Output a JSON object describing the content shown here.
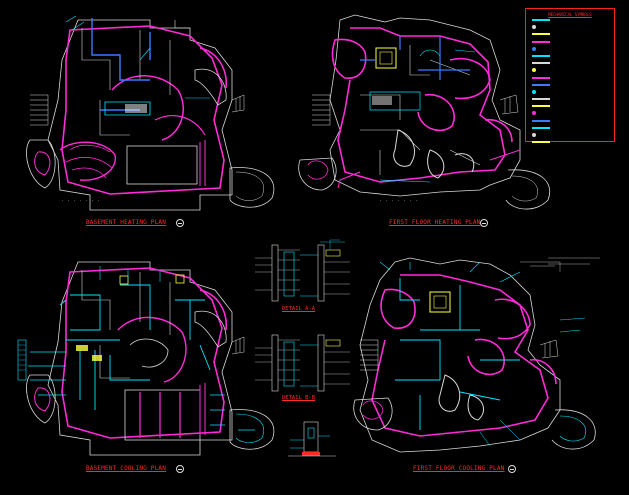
{
  "sheet": {
    "background": "#000000",
    "colors": {
      "walls": "#ff2bd6",
      "duct": "#00e5ff",
      "structure": "#d8d8d8",
      "equipment": "#ffff40",
      "title": "#ff2a2a",
      "accent": "#3a7bff"
    }
  },
  "plans": [
    {
      "id": "basement-heating",
      "title": "BASEMENT HEATING PLAN"
    },
    {
      "id": "first-floor-heating",
      "title": "FIRST FLOOR HEATING PLAN"
    },
    {
      "id": "basement-cooling",
      "title": "BASEMENT COOLING PLAN"
    },
    {
      "id": "first-floor-cooling",
      "title": "FIRST FLOOR COOLING PLAN"
    }
  ],
  "details": [
    {
      "id": "detail-a",
      "title": "DETAIL A-A"
    },
    {
      "id": "detail-b",
      "title": "DETAIL B-B"
    }
  ],
  "legend": {
    "title": "MECHANICAL SYMBOLS",
    "rows": [
      "",
      "",
      "",
      "",
      "",
      "",
      "",
      "",
      "",
      "",
      "",
      "",
      "",
      "",
      "",
      "",
      "",
      ""
    ]
  }
}
